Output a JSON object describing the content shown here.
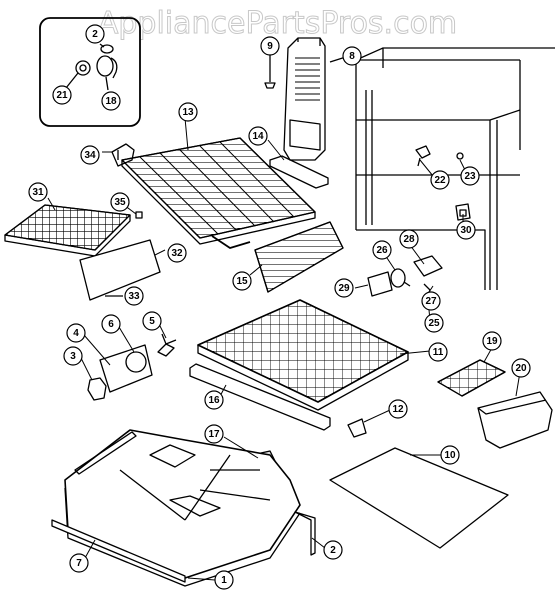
{
  "watermark": "AppliancePartsPros.com",
  "callouts": [
    {
      "id": "2a",
      "label": "2"
    },
    {
      "id": "21",
      "label": "21"
    },
    {
      "id": "18",
      "label": "18"
    },
    {
      "id": "9",
      "label": "9"
    },
    {
      "id": "8",
      "label": "8"
    },
    {
      "id": "13",
      "label": "13"
    },
    {
      "id": "34",
      "label": "34"
    },
    {
      "id": "14",
      "label": "14"
    },
    {
      "id": "22",
      "label": "22"
    },
    {
      "id": "23",
      "label": "23"
    },
    {
      "id": "31",
      "label": "31"
    },
    {
      "id": "35",
      "label": "35"
    },
    {
      "id": "32",
      "label": "32"
    },
    {
      "id": "15",
      "label": "15"
    },
    {
      "id": "30",
      "label": "30"
    },
    {
      "id": "28",
      "label": "28"
    },
    {
      "id": "26",
      "label": "26"
    },
    {
      "id": "29",
      "label": "29"
    },
    {
      "id": "27",
      "label": "27"
    },
    {
      "id": "33",
      "label": "33"
    },
    {
      "id": "25",
      "label": "25"
    },
    {
      "id": "4",
      "label": "4"
    },
    {
      "id": "6",
      "label": "6"
    },
    {
      "id": "5",
      "label": "5"
    },
    {
      "id": "11",
      "label": "11"
    },
    {
      "id": "3",
      "label": "3"
    },
    {
      "id": "19",
      "label": "19"
    },
    {
      "id": "16",
      "label": "16"
    },
    {
      "id": "20",
      "label": "20"
    },
    {
      "id": "12",
      "label": "12"
    },
    {
      "id": "17",
      "label": "17"
    },
    {
      "id": "10",
      "label": "10"
    },
    {
      "id": "7",
      "label": "7"
    },
    {
      "id": "2b",
      "label": "2"
    },
    {
      "id": "1",
      "label": "1"
    }
  ]
}
